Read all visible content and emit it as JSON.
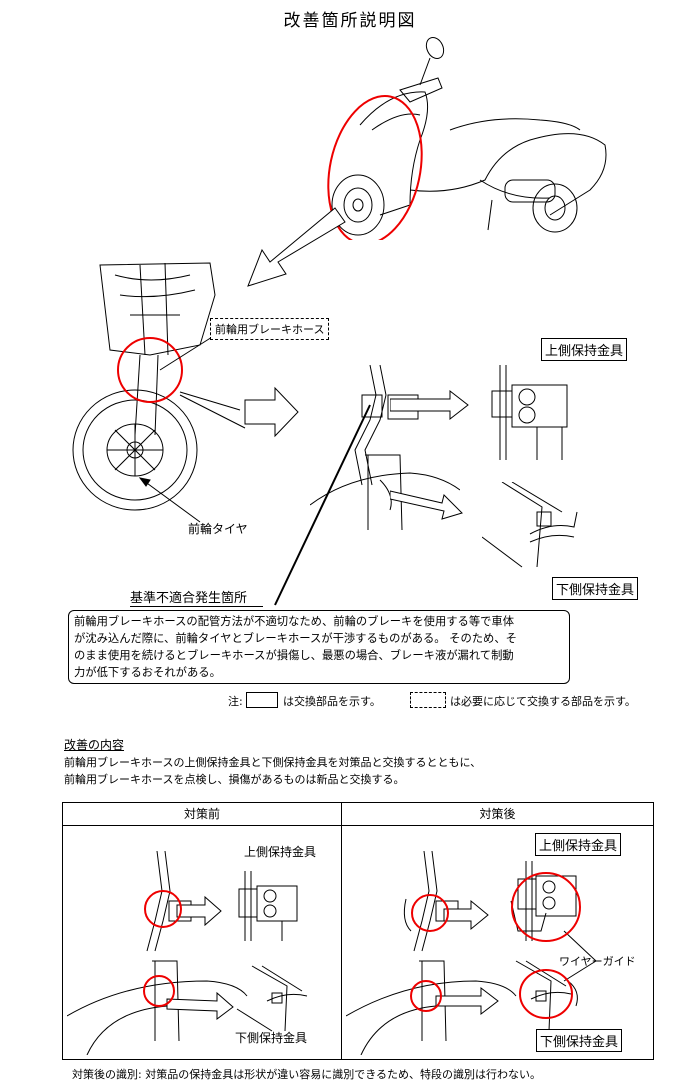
{
  "title": "改善箇所説明図",
  "labels": {
    "front_brake_hose": "前輪用ブレーキホース",
    "upper_bracket": "上側保持金具",
    "lower_bracket": "下側保持金具",
    "front_tire": "前輪タイヤ",
    "defect_location": "基準不適合発生箇所"
  },
  "description": [
    "前輪用ブレーキホースの配管方法が不適切なため、前輪のブレーキを使用する等で車体",
    "が沈み込んだ際に、前輪タイヤとブレーキホースが干渉するものがある。 そのため、そ",
    "のまま使用を続けるとブレーキホースが損傷し、最悪の場合、ブレーキ液が漏れて制動",
    "力が低下するおそれがある。"
  ],
  "note": {
    "prefix": "注:",
    "solid_text": "は交換部品を示す。",
    "dashed_text": "は必要に応じて交換する部品を示す。"
  },
  "kaizen": {
    "heading": "改善の内容",
    "lines": [
      "前輪用ブレーキホースの上側保持金具と下側保持金具を対策品と交換するとともに、",
      "前輪用ブレーキホースを点検し、損傷があるものは新品と交換する。"
    ]
  },
  "table": {
    "before_header": "対策前",
    "after_header": "対策後",
    "before_upper": "上側保持金具",
    "before_lower": "下側保持金具",
    "after_upper": "上側保持金具",
    "after_lower": "下側保持金具",
    "wire_guide": "ワイヤーガイド"
  },
  "footer": "対策後の識別: 対策品の保持金具は形状が違い容易に識別できるため、特段の識別は行わない。"
}
